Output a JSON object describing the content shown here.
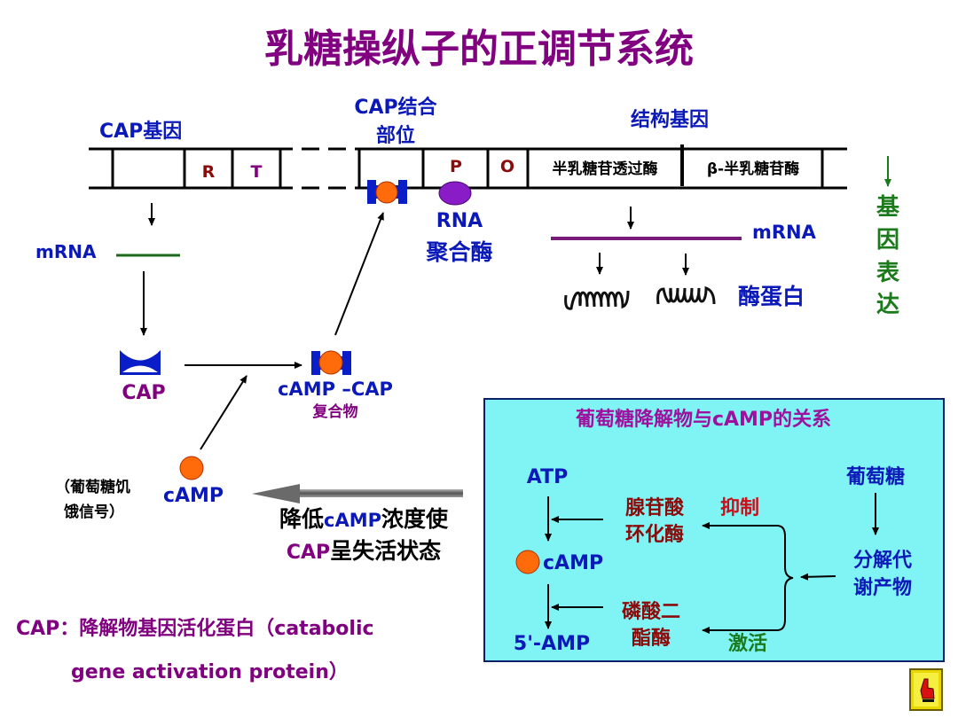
{
  "title": "乳糖操纵子的正调节系统",
  "colors": {
    "title": "#800080",
    "label_blue": "#0b19b8",
    "accent_purple": "#800080",
    "dark_red": "#8b0a0a",
    "green": "#1b7a1b",
    "camp_orange": "#ff6a0a",
    "cap_blue": "#0a1ec8",
    "panel_bg": "#80f4f4",
    "rna_pol": "#8a1cc8"
  },
  "dna": {
    "cap_gene_label": "CAP基因",
    "cap_site_label_line1": "CAP结合",
    "cap_site_label_line2": "部位",
    "structural_genes_label": "结构基因",
    "segments": {
      "r": "R",
      "t": "T",
      "p": "P",
      "o": "O",
      "gene1": "半乳糖苷透过酶",
      "gene2": "β-半乳糖苷酶"
    }
  },
  "left_pathway": {
    "mrna_label": "mRNA",
    "cap_label": "CAP",
    "complex_label_line1": "cAMP –CAP",
    "complex_label_line2": "复合物",
    "camp_label": "cAMP",
    "starvation_line1": "（葡萄糖饥",
    "starvation_line2": "饿信号）"
  },
  "rna_polymerase": {
    "line1": "RNA",
    "line2": "聚合酶"
  },
  "right_pathway": {
    "mrna_label": "mRNA",
    "enzyme_label": "酶蛋白",
    "gene_expression_chars": [
      "基",
      "因",
      "表",
      "达"
    ]
  },
  "effect_note": {
    "line1_prefix": "降低",
    "line1_highlight": "cAMP",
    "line1_suffix": "浓度使",
    "line2_prefix": "CAP",
    "line2_suffix": "呈失活状态"
  },
  "panel": {
    "title": "葡萄糖降解物与cAMP的关系",
    "atp": "ATP",
    "camp": "cAMP",
    "amp": "5'-AMP",
    "adenylate_cyclase_line1": "腺苷酸",
    "adenylate_cyclase_line2": "环化酶",
    "phosphodiesterase_line1": "磷酸二",
    "phosphodiesterase_line2": "酯酶",
    "inhibit": "抑制",
    "activate": "激活",
    "glucose": "葡萄糖",
    "metabolites_line1": "分解代",
    "metabolites_line2": "谢产物"
  },
  "definition": {
    "line1": "CAP：降解物基因活化蛋白（catabolic",
    "line2": "gene activation protein）"
  },
  "nav": {
    "icon": "pointing-hand-icon"
  }
}
